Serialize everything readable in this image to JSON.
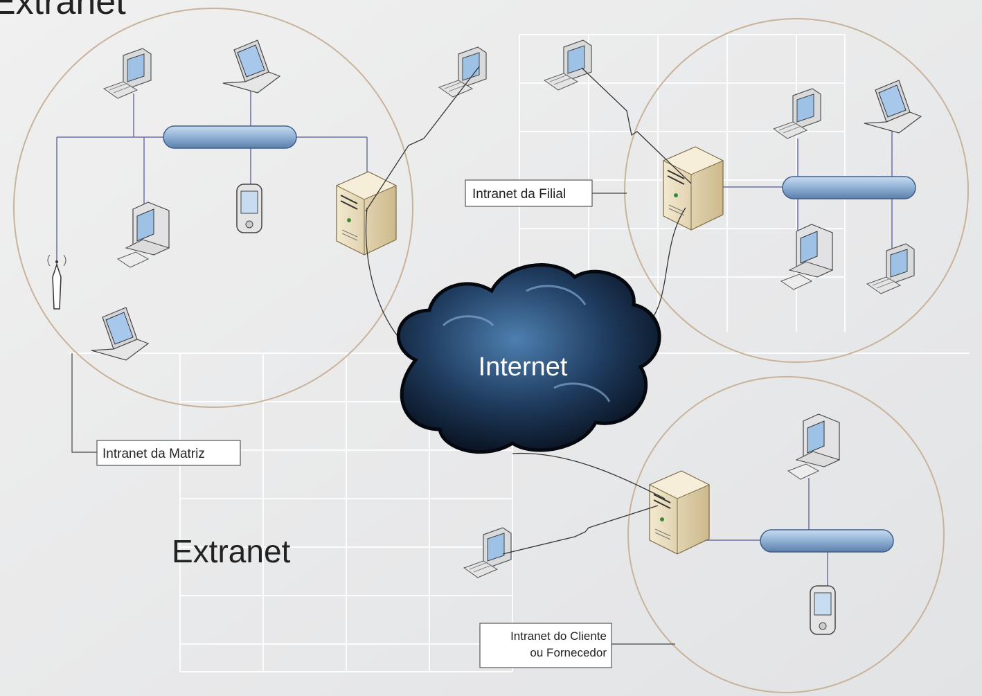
{
  "page_title": "Extranet",
  "diagram": {
    "cloud_label": "Internet",
    "labels": {
      "matriz": "Intranet da Matriz",
      "filial": "Intranet da Filial",
      "cliente_line1": "Intranet do Cliente",
      "cliente_line2": "ou Fornecedor"
    },
    "caption": "Extranet"
  },
  "colors": {
    "zone_border": "#c8b39a",
    "bus": "#8fb0d4",
    "server": "#e8d9b5",
    "cloud_dark": "#0b1626",
    "cloud_light": "#4d7fb0"
  }
}
